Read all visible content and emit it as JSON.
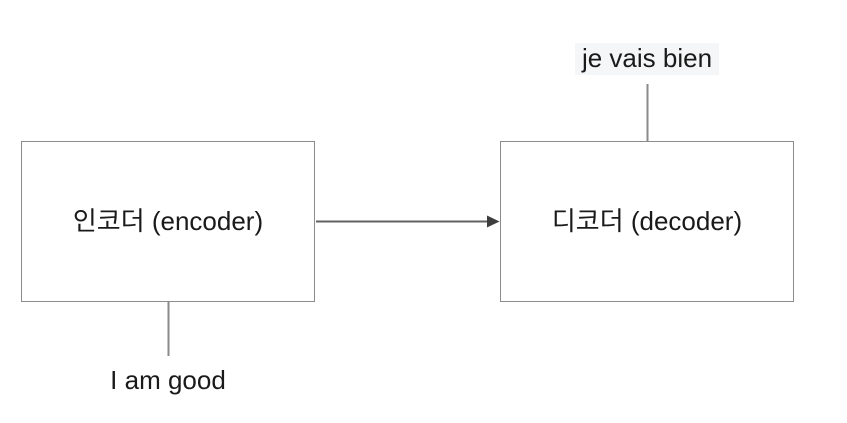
{
  "diagram": {
    "encoder_box": {
      "label": "인코더 (encoder)"
    },
    "decoder_box": {
      "label": "디코더 (decoder)"
    },
    "input_label": {
      "text": "I am good"
    },
    "output_label": {
      "text": "je vais bien"
    },
    "colors": {
      "background": "#ffffff",
      "box_border": "#8c8c8c",
      "connector_line": "#8a8a8a",
      "arrow_line": "#616161",
      "arrowhead_fill": "#3d3d3d",
      "text": "#1a1a1a",
      "output_label_background": "#f5f6f7"
    }
  }
}
